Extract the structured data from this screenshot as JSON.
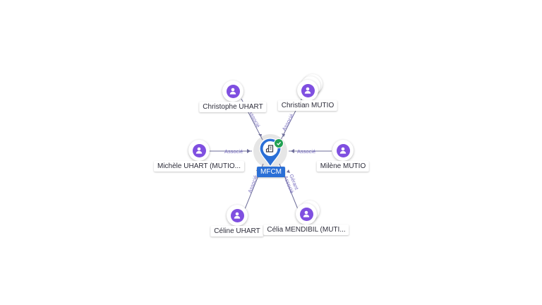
{
  "center": {
    "name": "MFCM",
    "icon": "company-icon",
    "status_icon": "verified-check-icon",
    "color": "#2a6fd6"
  },
  "people": [
    {
      "name": "Christophe UHART",
      "stacked": false
    },
    {
      "name": "Christian MUTIO",
      "stacked": true
    },
    {
      "name": "Michèle UHART (MUTIO...",
      "stacked": false
    },
    {
      "name": "Milène MUTIO",
      "stacked": false
    },
    {
      "name": "Céline UHART",
      "stacked": false
    },
    {
      "name": "Célia MENDIBIL (MUTI...",
      "stacked": true
    }
  ],
  "edges": [
    {
      "label": "Associé"
    },
    {
      "label": "Associé"
    },
    {
      "label": "Associé"
    },
    {
      "label": "Associé"
    },
    {
      "label": "Associé"
    },
    {
      "label": "Gérant"
    },
    {
      "label": "Associé"
    }
  ],
  "colors": {
    "avatar": "#7f4fe0",
    "edge": "#6e6e9a",
    "edge_label": "#7a70c0",
    "check": "#21a153"
  }
}
